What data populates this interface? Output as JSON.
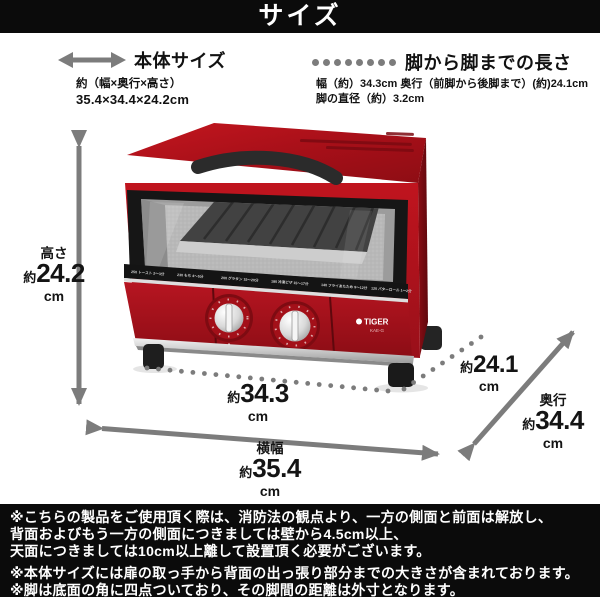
{
  "header": {
    "title": "サイズ"
  },
  "legend": {
    "body_size": {
      "label": "本体サイズ",
      "sub1": "約（幅×奥行×高さ）",
      "sub2": "35.4×34.4×24.2cm"
    },
    "leg_span": {
      "label": "脚から脚までの長さ",
      "sub1": "幅（約）34.3cm 奥行（前脚から後脚まで）(約)24.1cm",
      "sub2": "脚の直径（約）3.2cm"
    }
  },
  "dimensions": {
    "height": {
      "name": "高さ",
      "approx": "約",
      "value": "24.2",
      "unit": "cm"
    },
    "width": {
      "name": "横幅",
      "approx": "約",
      "value": "35.4",
      "unit": "cm"
    },
    "depth": {
      "name": "奥行",
      "approx": "約",
      "value": "34.4",
      "unit": "cm"
    },
    "leg_width": {
      "approx": "約",
      "value": "34.3",
      "unit": "cm"
    },
    "leg_depth": {
      "approx": "約",
      "value": "24.1",
      "unit": "cm"
    }
  },
  "product": {
    "brand": "TIGER",
    "model": "KAE-G",
    "guide_labels": [
      "250 トースト 2〜3分",
      "230 もち 4〜5分",
      "200 グラタン 15〜20分",
      "180 冷凍ピザ 15〜17分",
      "140 フライあたため 9〜12分",
      "120 バターロール 1〜2分"
    ]
  },
  "footnotes": {
    "p1l1": "※こちらの製品をご使用頂く際は、消防法の観点より、一方の側面と前面は解放し、",
    "p1l2": "背面およびもう一方の側面につきましては壁から4.5cm以上、",
    "p1l3": "天面につきましては10cm以上離して設置頂く必要がございます。",
    "p2l1": "※本体サイズには扉の取っ手から背面の出っ張り部分までの大きさが含まれております。",
    "p2l2": "※脚は底面の角に四点ついており、その脚間の距離は外寸となります。"
  },
  "colors": {
    "accent_red": "#ac1019",
    "dark_red": "#7a0c12",
    "arrow_gray": "#7c7c7c",
    "panel_black": "#0b0b0b"
  }
}
